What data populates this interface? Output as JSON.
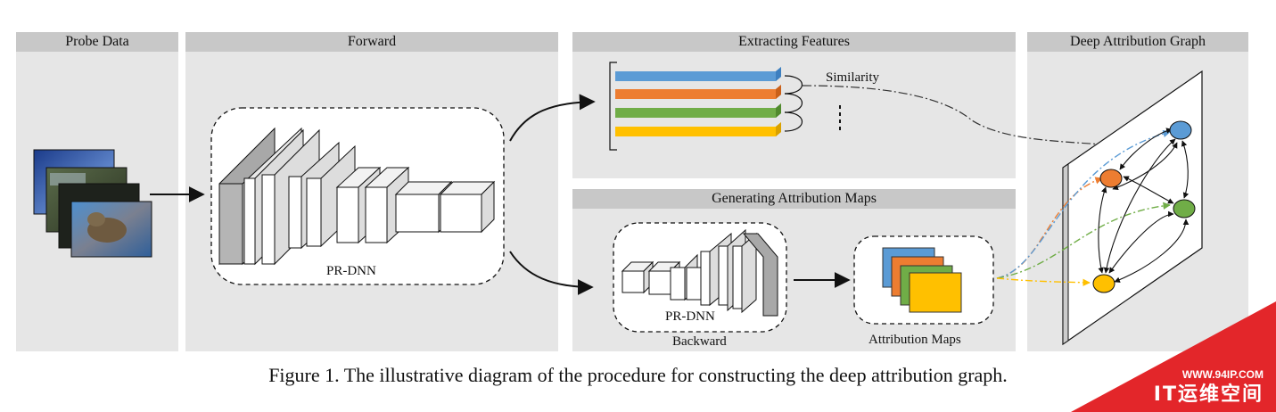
{
  "panels": {
    "probe": "Probe Data",
    "forward": "Forward",
    "features": "Extracting Features",
    "attribution": "Generating Attribution Maps",
    "graph": "Deep Attribution Graph"
  },
  "labels": {
    "pr_dnn_forward": "PR-DNN",
    "pr_dnn_backward": "PR-DNN",
    "backward": "Backward",
    "similarity": "Similarity",
    "attribution_maps": "Attribution Maps"
  },
  "caption": "Figure 1. The illustrative diagram of the procedure for constructing the deep attribution graph.",
  "watermark": {
    "url": "WWW.94IP.COM",
    "name": "IT运维空间"
  },
  "colors": {
    "blue": "#5b9bd5",
    "orange": "#ed7d31",
    "green": "#70ad47",
    "yellow": "#ffc000",
    "panel_bg": "#e6e6e6",
    "panel_head": "#c8c8c8",
    "watermark_red": "#e3262a"
  }
}
